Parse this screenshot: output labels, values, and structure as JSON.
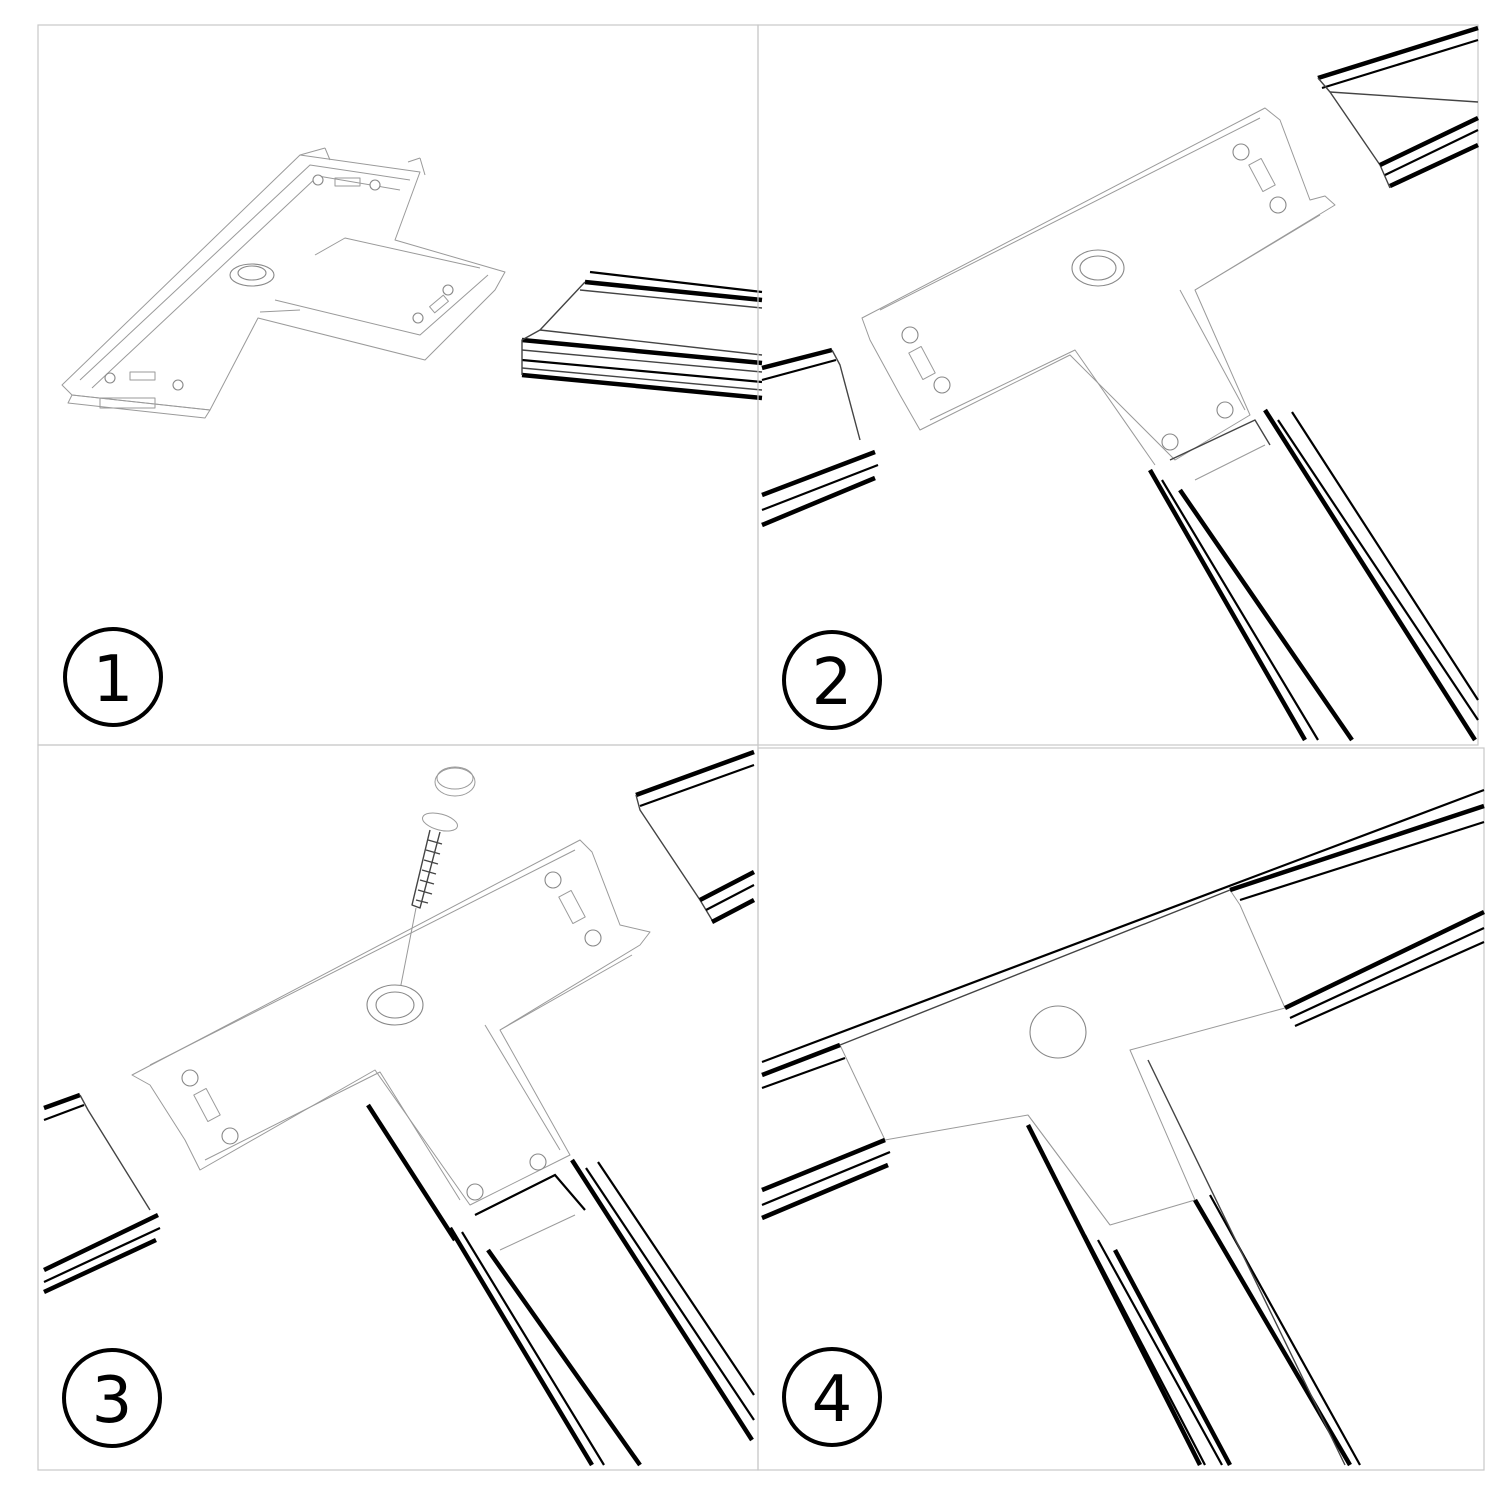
{
  "steps": [
    {
      "number": "1"
    },
    {
      "number": "2"
    },
    {
      "number": "3"
    },
    {
      "number": "4"
    }
  ],
  "colors": {
    "line_dark": "#000000",
    "line_light": "#9a9a9a",
    "frame": "#c8c8c8",
    "background": "#ffffff"
  }
}
